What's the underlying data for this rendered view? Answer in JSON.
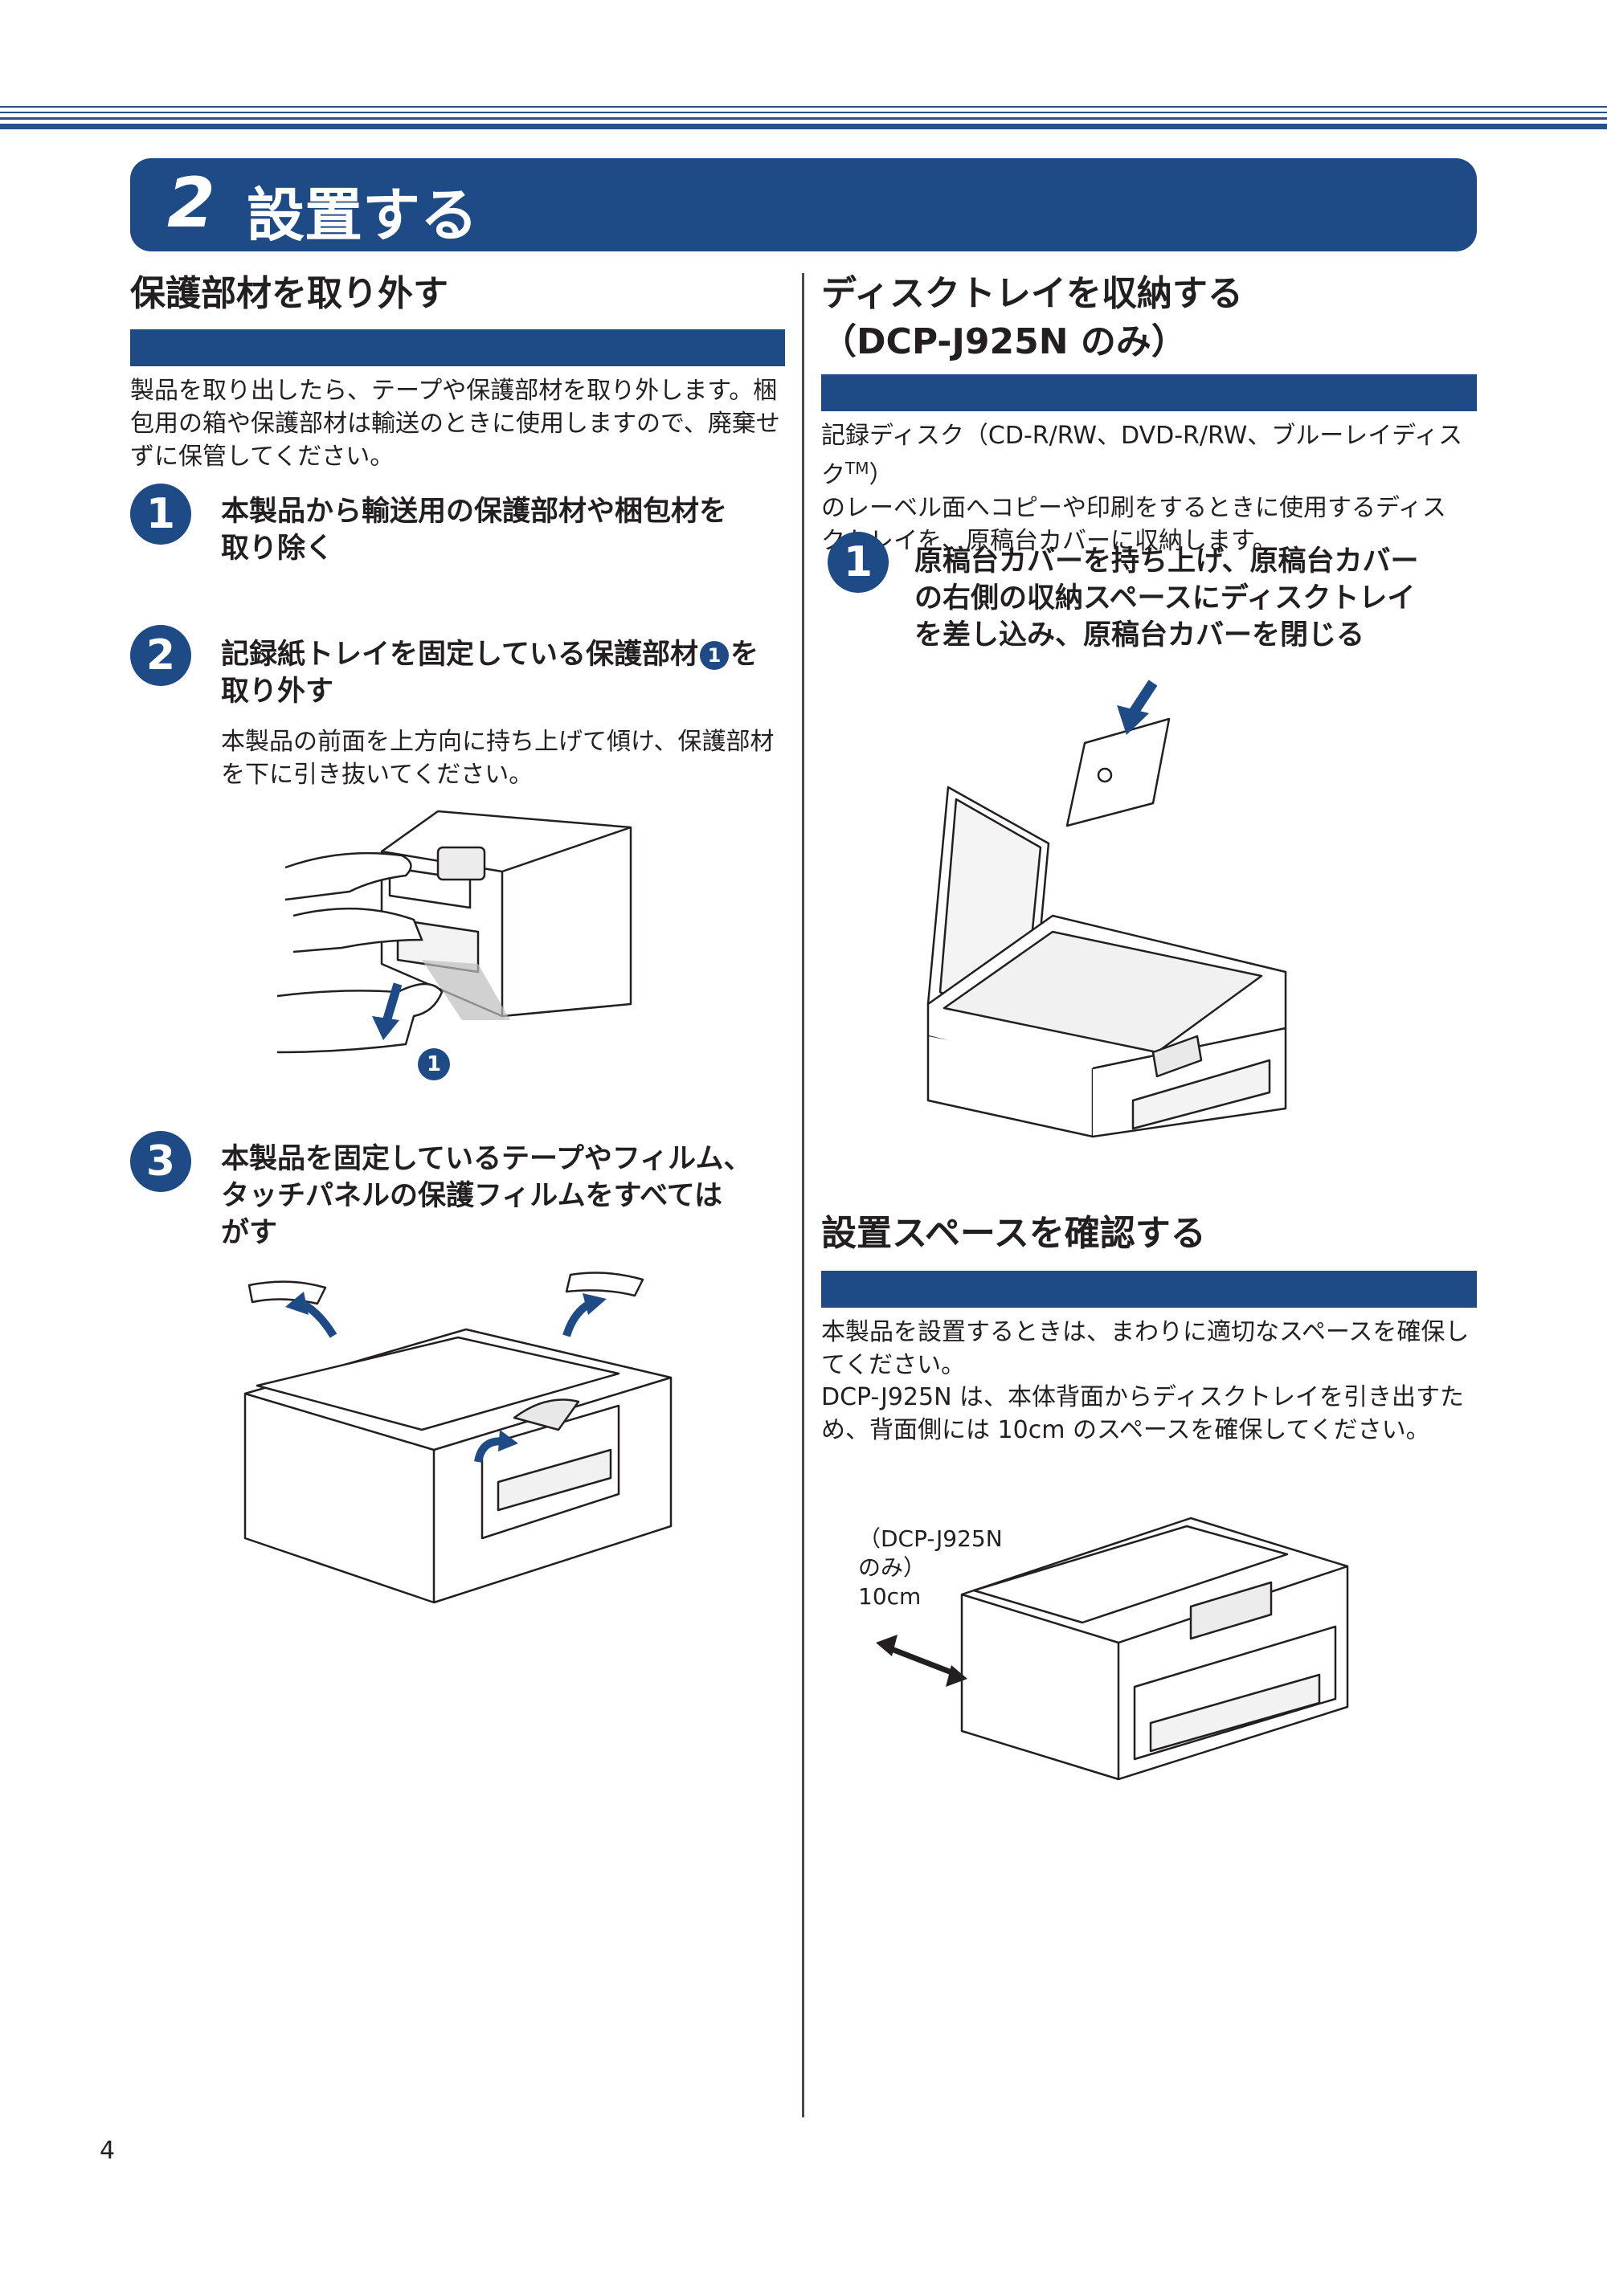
{
  "chapter": {
    "number": "2",
    "title": "設置する"
  },
  "left": {
    "section_title": "保護部材を取り外す",
    "intro": [
      "製品を取り出したら、テープや保護部材を取り外します。梱",
      "包用の箱や保護部材は輸送のときに使用しますので、廃棄せ",
      "ずに保管してください。"
    ],
    "steps": [
      {
        "num": "1",
        "lines": [
          "本製品から輸送用の保護部材や梱包材を",
          "取り除く"
        ]
      },
      {
        "num": "2",
        "line1_pre": "記録紙トレイを固定している保護部材",
        "line1_ref": "1",
        "line1_post": "を",
        "line2": "取り外す",
        "detail": [
          "本製品の前面を上方向に持ち上げて傾け、保護部材",
          "を下に引き抜いてください。"
        ],
        "callout": "1"
      },
      {
        "num": "3",
        "lines": [
          "本製品を固定しているテープやフィルム、",
          "タッチパネルの保護フィルムをすべては",
          "がす"
        ]
      }
    ]
  },
  "right": {
    "disc_section": {
      "title_lines": [
        "ディスクトレイを収納する",
        "（DCP-J925N のみ）"
      ],
      "intro_line1": "記録ディスク（CD-R/RW、DVD-R/RW、ブルーレイディスク",
      "intro_tm": "TM",
      "intro_close": "）",
      "intro_rest": [
        "のレーベル面へコピーや印刷をするときに使用するディス",
        "クトレイを、原稿台カバーに収納します。"
      ],
      "step": {
        "num": "1",
        "lines": [
          "原稿台カバーを持ち上げ、原稿台カバー",
          "の右側の収納スペースにディスクトレイ",
          "を差し込み、原稿台カバーを閉じる"
        ]
      }
    },
    "space_section": {
      "title": "設置スペースを確認する",
      "para1": [
        "本製品を設置するときは、まわりに適切なスペースを確保し",
        "てください。"
      ],
      "para2": [
        "DCP-J925N は、本体背面からディスクトレイを引き出すた",
        "め、背面側には 10cm のスペースを確保してください。"
      ],
      "figure_label": [
        "（DCP-J925N",
        "のみ）",
        "10cm"
      ]
    }
  },
  "page_number": "4",
  "colors": {
    "accent": "#1e4a86",
    "rule": "#2c4f86"
  }
}
